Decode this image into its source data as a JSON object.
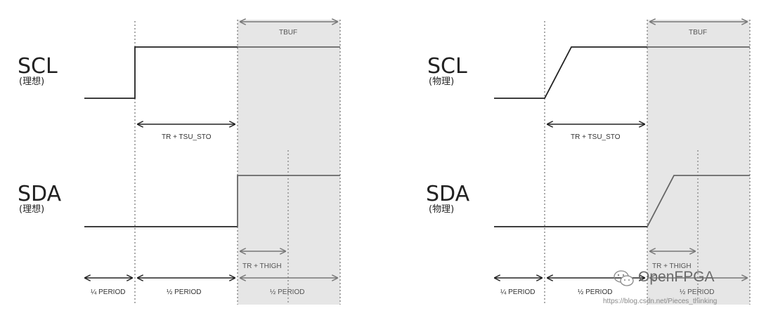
{
  "panels": [
    {
      "scl_label": "SCL",
      "scl_sub": "(理想)",
      "sda_label": "SDA",
      "sda_sub": "(理想)",
      "tbuf": "TBUF",
      "tr_tsu_sto": "TR + TSU_STO",
      "tr_thigh": "TR + THIGH",
      "quarter_period": "¼ PERIOD",
      "half_period_1": "½ PERIOD",
      "half_period_2": "½ PERIOD"
    },
    {
      "scl_label": "SCL",
      "scl_sub": "(物理)",
      "sda_label": "SDA",
      "sda_sub": "(物理)",
      "tbuf": "TBUF",
      "tr_tsu_sto": "TR + TSU_STO",
      "tr_thigh": "TR + THIGH",
      "quarter_period": "¼ PERIOD",
      "half_period_1": "½ PERIOD",
      "half_period_2": "½ PERIOD"
    }
  ],
  "watermark": {
    "brand": "OpenFPGA",
    "url": "https://blog.csdn.net/Pieces_thinking"
  },
  "colors": {
    "shade": "#e6e6e6",
    "line": "#222222",
    "gray_line": "#777777"
  }
}
